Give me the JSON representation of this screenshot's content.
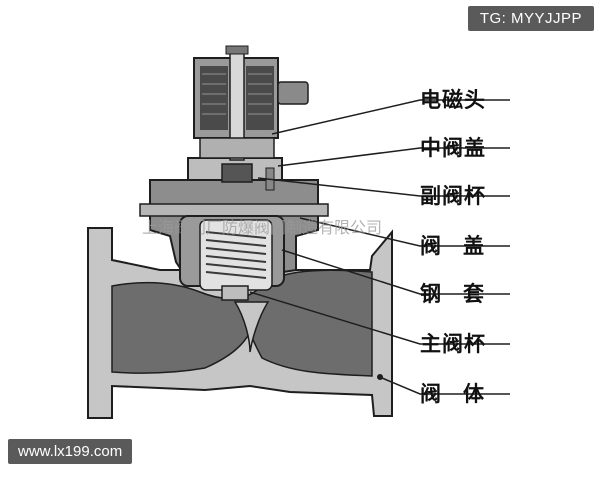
{
  "badges": {
    "top_right": "TG: MYYJJPP",
    "bottom_left": "www.lx199.com"
  },
  "watermark": "上海阀门厂防爆阀门制造有限公司",
  "labels": [
    "电磁头",
    "中阀盖",
    "副阀杯",
    "阀盖",
    "钢套",
    "主阀杯",
    "阀体"
  ],
  "colors": {
    "body_fill": "#c6c6c6",
    "flow_fill": "#6d6d6d",
    "outline": "#1e1e1e",
    "dark": "#3a3a3a"
  }
}
